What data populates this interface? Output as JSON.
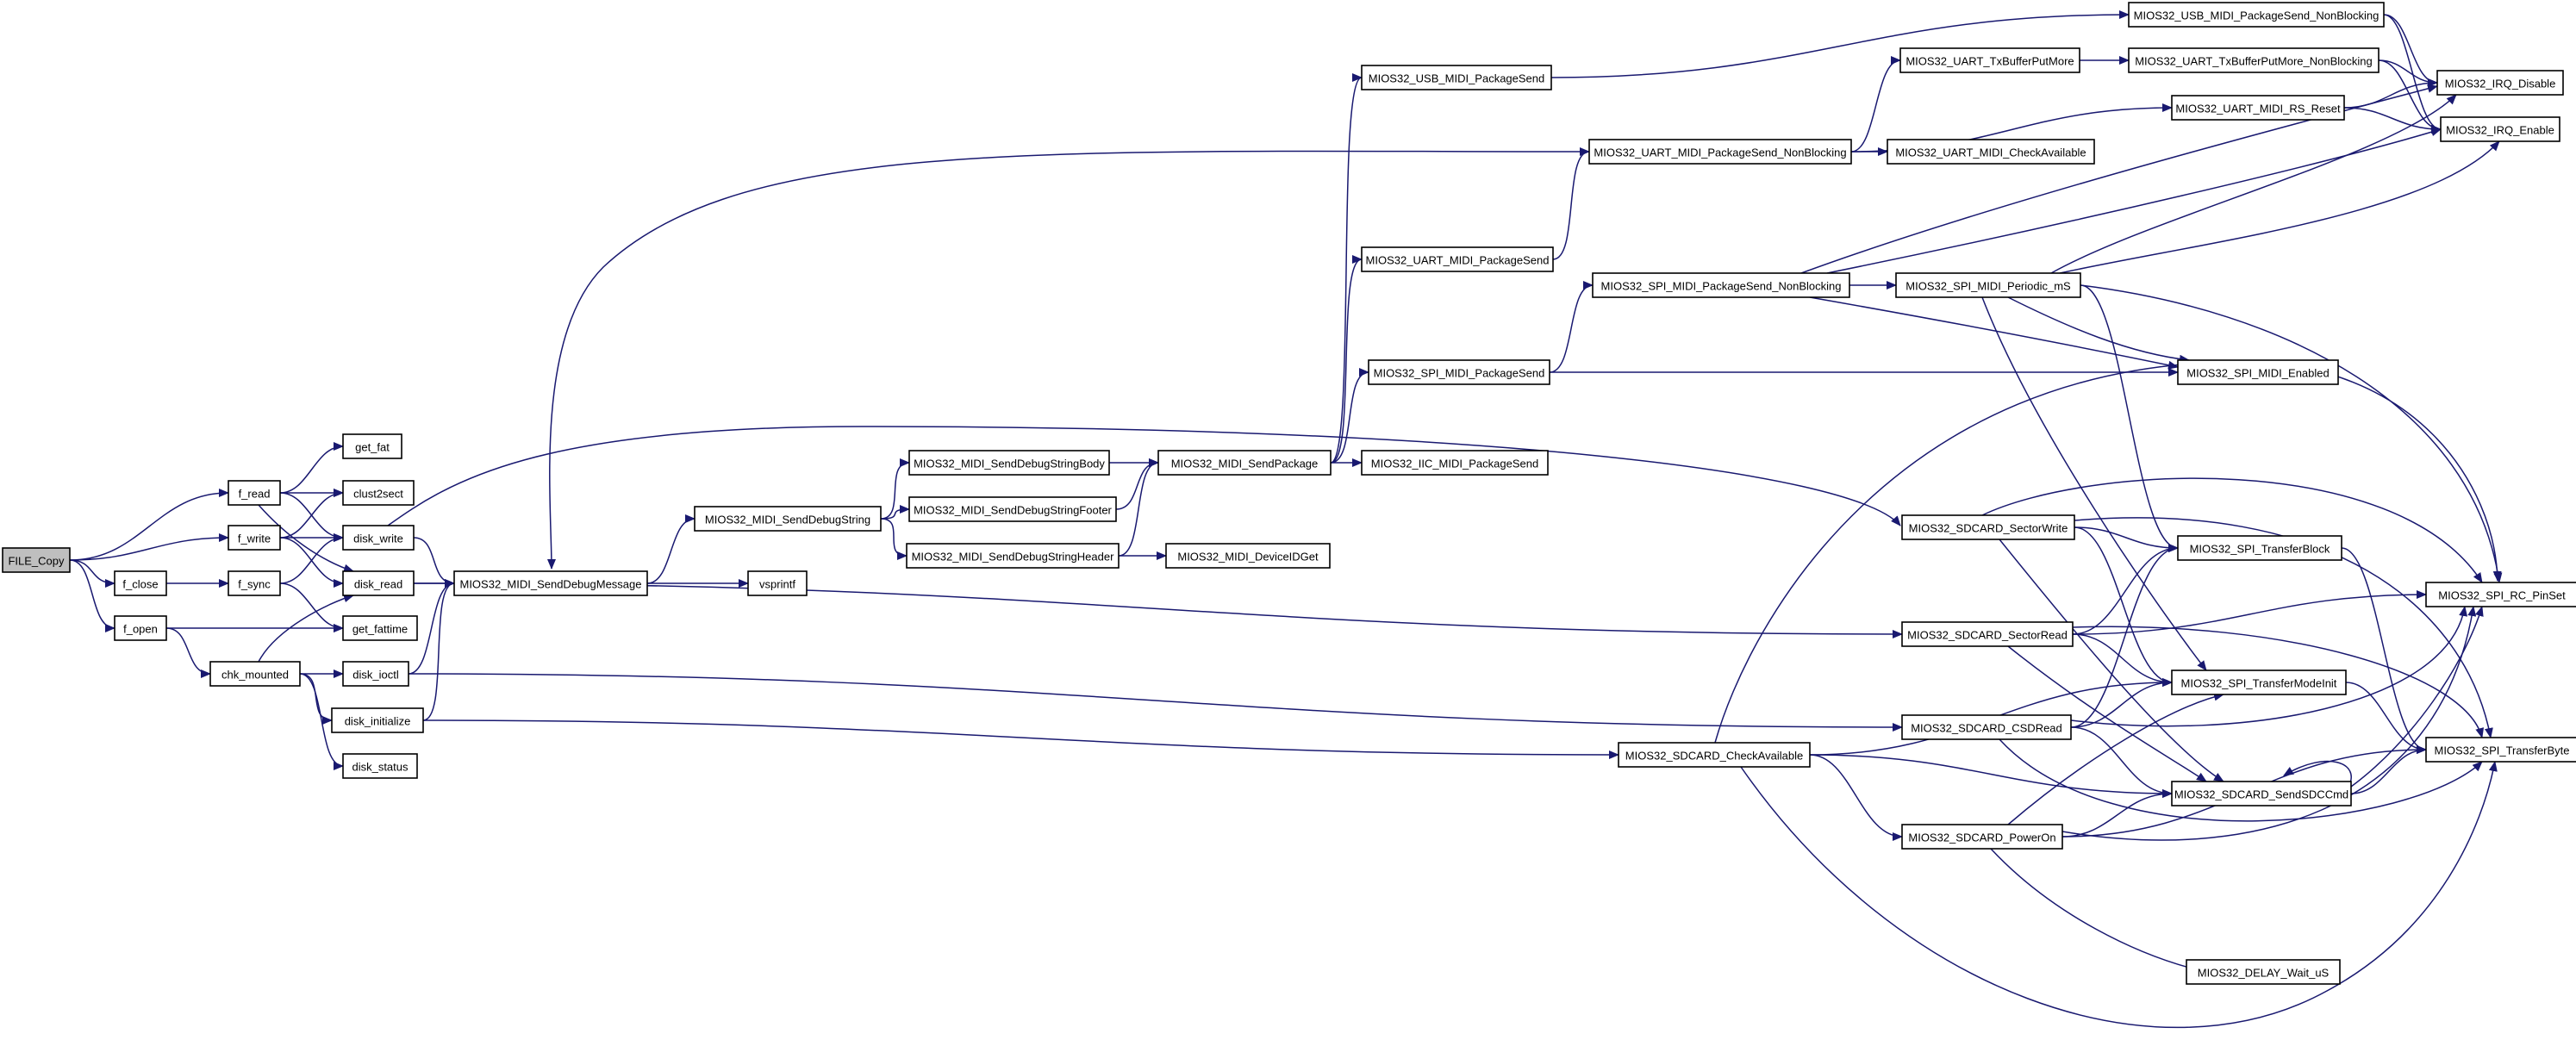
{
  "graph": {
    "type": "call-graph",
    "root": "FILE_Copy",
    "colors": {
      "edge": "#191970",
      "node_fill": "#ffffff",
      "root_fill": "#bfbfbf",
      "node_border": "#000000"
    },
    "nodes": [
      {
        "id": "FILE_Copy",
        "label": "FILE_Copy",
        "root": true
      },
      {
        "id": "f_read",
        "label": "f_read"
      },
      {
        "id": "f_write",
        "label": "f_write"
      },
      {
        "id": "f_close",
        "label": "f_close"
      },
      {
        "id": "f_open",
        "label": "f_open"
      },
      {
        "id": "get_fat",
        "label": "get_fat"
      },
      {
        "id": "clust2sect",
        "label": "clust2sect"
      },
      {
        "id": "disk_write",
        "label": "disk_write"
      },
      {
        "id": "disk_read",
        "label": "disk_read"
      },
      {
        "id": "f_sync",
        "label": "f_sync"
      },
      {
        "id": "get_fattime",
        "label": "get_fattime"
      },
      {
        "id": "chk_mounted",
        "label": "chk_mounted"
      },
      {
        "id": "disk_ioctl",
        "label": "disk_ioctl"
      },
      {
        "id": "disk_initialize",
        "label": "disk_initialize"
      },
      {
        "id": "disk_status",
        "label": "disk_status"
      },
      {
        "id": "SendDebugMessage",
        "label": "MIOS32_MIDI_SendDebugMessage"
      },
      {
        "id": "vsprintf",
        "label": "vsprintf"
      },
      {
        "id": "SendDebugString",
        "label": "MIOS32_MIDI_SendDebugString"
      },
      {
        "id": "SendDebugStringBody",
        "label": "MIOS32_MIDI_SendDebugStringBody"
      },
      {
        "id": "SendDebugStringFooter",
        "label": "MIOS32_MIDI_SendDebugStringFooter"
      },
      {
        "id": "SendDebugStringHeader",
        "label": "MIOS32_MIDI_SendDebugStringHeader"
      },
      {
        "id": "SendPackage",
        "label": "MIOS32_MIDI_SendPackage"
      },
      {
        "id": "DeviceIDGet",
        "label": "MIOS32_MIDI_DeviceIDGet"
      },
      {
        "id": "IIC_PackageSend",
        "label": "MIOS32_IIC_MIDI_PackageSend"
      },
      {
        "id": "USB_PackageSend",
        "label": "MIOS32_USB_MIDI_PackageSend"
      },
      {
        "id": "UART_PackageSend",
        "label": "MIOS32_UART_MIDI_PackageSend"
      },
      {
        "id": "SPI_PackageSend",
        "label": "MIOS32_SPI_MIDI_PackageSend"
      },
      {
        "id": "UART_PackageSend_NB",
        "label": "MIOS32_UART_MIDI_PackageSend_NonBlocking"
      },
      {
        "id": "SPI_PackageSend_NB",
        "label": "MIOS32_SPI_MIDI_PackageSend_NonBlocking"
      },
      {
        "id": "USB_PackageSend_NB",
        "label": "MIOS32_USB_MIDI_PackageSend_NonBlocking"
      },
      {
        "id": "TxBufferPutMore",
        "label": "MIOS32_UART_TxBufferPutMore"
      },
      {
        "id": "UART_CheckAvailable",
        "label": "MIOS32_UART_MIDI_CheckAvailable"
      },
      {
        "id": "TxBufferPutMore_NB",
        "label": "MIOS32_UART_TxBufferPutMore_NonBlocking"
      },
      {
        "id": "RS_Reset",
        "label": "MIOS32_UART_MIDI_RS_Reset"
      },
      {
        "id": "SPI_Periodic",
        "label": "MIOS32_SPI_MIDI_Periodic_mS"
      },
      {
        "id": "SPI_Enabled",
        "label": "MIOS32_SPI_MIDI_Enabled"
      },
      {
        "id": "IRQ_Disable",
        "label": "MIOS32_IRQ_Disable"
      },
      {
        "id": "IRQ_Enable",
        "label": "MIOS32_IRQ_Enable"
      },
      {
        "id": "SectorWrite",
        "label": "MIOS32_SDCARD_SectorWrite"
      },
      {
        "id": "SectorRead",
        "label": "MIOS32_SDCARD_SectorRead"
      },
      {
        "id": "CSDRead",
        "label": "MIOS32_SDCARD_CSDRead"
      },
      {
        "id": "CheckAvailable",
        "label": "MIOS32_SDCARD_CheckAvailable"
      },
      {
        "id": "PowerOn",
        "label": "MIOS32_SDCARD_PowerOn"
      },
      {
        "id": "TransferBlock",
        "label": "MIOS32_SPI_TransferBlock"
      },
      {
        "id": "TransferModeInit",
        "label": "MIOS32_SPI_TransferModeInit"
      },
      {
        "id": "SendSDCCmd",
        "label": "MIOS32_SDCARD_SendSDCCmd"
      },
      {
        "id": "RC_PinSet",
        "label": "MIOS32_SPI_RC_PinSet"
      },
      {
        "id": "TransferByte",
        "label": "MIOS32_SPI_TransferByte"
      },
      {
        "id": "DELAY_Wait_uS",
        "label": "MIOS32_DELAY_Wait_uS"
      }
    ],
    "edges": [
      [
        "FILE_Copy",
        "f_read"
      ],
      [
        "FILE_Copy",
        "f_write"
      ],
      [
        "FILE_Copy",
        "f_close"
      ],
      [
        "FILE_Copy",
        "f_open"
      ],
      [
        "f_read",
        "get_fat"
      ],
      [
        "f_read",
        "clust2sect"
      ],
      [
        "f_read",
        "disk_write"
      ],
      [
        "f_read",
        "disk_read"
      ],
      [
        "f_write",
        "clust2sect"
      ],
      [
        "f_write",
        "disk_write"
      ],
      [
        "f_write",
        "disk_read"
      ],
      [
        "f_close",
        "f_sync"
      ],
      [
        "f_sync",
        "disk_write"
      ],
      [
        "f_sync",
        "get_fattime"
      ],
      [
        "f_open",
        "get_fattime"
      ],
      [
        "f_open",
        "chk_mounted"
      ],
      [
        "chk_mounted",
        "disk_read"
      ],
      [
        "chk_mounted",
        "disk_ioctl"
      ],
      [
        "chk_mounted",
        "disk_initialize"
      ],
      [
        "chk_mounted",
        "disk_status"
      ],
      [
        "disk_write",
        "SendDebugMessage"
      ],
      [
        "disk_write",
        "SectorWrite"
      ],
      [
        "disk_read",
        "SendDebugMessage"
      ],
      [
        "disk_read",
        "SectorRead"
      ],
      [
        "disk_ioctl",
        "SendDebugMessage"
      ],
      [
        "disk_ioctl",
        "CSDRead"
      ],
      [
        "disk_initialize",
        "SendDebugMessage"
      ],
      [
        "disk_initialize",
        "CheckAvailable"
      ],
      [
        "SendDebugMessage",
        "vsprintf"
      ],
      [
        "SendDebugMessage",
        "SendDebugString"
      ],
      [
        "SendDebugString",
        "SendDebugStringBody"
      ],
      [
        "SendDebugString",
        "SendDebugStringFooter"
      ],
      [
        "SendDebugString",
        "SendDebugStringHeader"
      ],
      [
        "SendDebugStringBody",
        "SendPackage"
      ],
      [
        "SendDebugStringFooter",
        "SendPackage"
      ],
      [
        "SendDebugStringHeader",
        "SendPackage"
      ],
      [
        "SendDebugStringHeader",
        "DeviceIDGet"
      ],
      [
        "SendPackage",
        "USB_PackageSend"
      ],
      [
        "SendPackage",
        "UART_PackageSend"
      ],
      [
        "SendPackage",
        "SPI_PackageSend"
      ],
      [
        "SendPackage",
        "IIC_PackageSend"
      ],
      [
        "USB_PackageSend",
        "USB_PackageSend_NB"
      ],
      [
        "UART_PackageSend",
        "UART_PackageSend_NB"
      ],
      [
        "SPI_PackageSend",
        "SPI_PackageSend_NB"
      ],
      [
        "SPI_PackageSend",
        "SPI_Enabled"
      ],
      [
        "UART_PackageSend_NB",
        "SendDebugMessage"
      ],
      [
        "UART_PackageSend_NB",
        "TxBufferPutMore"
      ],
      [
        "UART_PackageSend_NB",
        "RS_Reset"
      ],
      [
        "UART_PackageSend_NB",
        "UART_CheckAvailable"
      ],
      [
        "TxBufferPutMore",
        "TxBufferPutMore_NB"
      ],
      [
        "TxBufferPutMore_NB",
        "IRQ_Disable"
      ],
      [
        "TxBufferPutMore_NB",
        "IRQ_Enable"
      ],
      [
        "RS_Reset",
        "IRQ_Disable"
      ],
      [
        "RS_Reset",
        "IRQ_Enable"
      ],
      [
        "USB_PackageSend_NB",
        "IRQ_Disable"
      ],
      [
        "USB_PackageSend_NB",
        "IRQ_Enable"
      ],
      [
        "SPI_PackageSend_NB",
        "IRQ_Disable"
      ],
      [
        "SPI_PackageSend_NB",
        "IRQ_Enable"
      ],
      [
        "SPI_PackageSend_NB",
        "SPI_Periodic"
      ],
      [
        "SPI_PackageSend_NB",
        "SPI_Enabled"
      ],
      [
        "SPI_Periodic",
        "IRQ_Disable"
      ],
      [
        "SPI_Periodic",
        "IRQ_Enable"
      ],
      [
        "SPI_Periodic",
        "SPI_Enabled"
      ],
      [
        "SPI_Periodic",
        "TransferBlock"
      ],
      [
        "SPI_Periodic",
        "RC_PinSet"
      ],
      [
        "SPI_Periodic",
        "TransferModeInit"
      ],
      [
        "SectorWrite",
        "TransferBlock"
      ],
      [
        "SectorWrite",
        "RC_PinSet"
      ],
      [
        "SectorWrite",
        "TransferModeInit"
      ],
      [
        "SectorWrite",
        "SendSDCCmd"
      ],
      [
        "SectorWrite",
        "TransferByte"
      ],
      [
        "SectorRead",
        "TransferBlock"
      ],
      [
        "SectorRead",
        "RC_PinSet"
      ],
      [
        "SectorRead",
        "TransferModeInit"
      ],
      [
        "SectorRead",
        "SendSDCCmd"
      ],
      [
        "SectorRead",
        "TransferByte"
      ],
      [
        "CSDRead",
        "TransferBlock"
      ],
      [
        "CSDRead",
        "TransferModeInit"
      ],
      [
        "CSDRead",
        "SendSDCCmd"
      ],
      [
        "CSDRead",
        "RC_PinSet"
      ],
      [
        "CSDRead",
        "TransferByte"
      ],
      [
        "CheckAvailable",
        "RC_PinSet"
      ],
      [
        "CheckAvailable",
        "TransferModeInit"
      ],
      [
        "CheckAvailable",
        "SendSDCCmd"
      ],
      [
        "CheckAvailable",
        "PowerOn"
      ],
      [
        "CheckAvailable",
        "TransferByte"
      ],
      [
        "PowerOn",
        "TransferModeInit"
      ],
      [
        "PowerOn",
        "SendSDCCmd"
      ],
      [
        "PowerOn",
        "RC_PinSet"
      ],
      [
        "PowerOn",
        "TransferByte"
      ],
      [
        "PowerOn",
        "DELAY_Wait_uS"
      ],
      [
        "SendSDCCmd",
        "SendSDCCmd"
      ],
      [
        "SendSDCCmd",
        "RC_PinSet"
      ],
      [
        "SendSDCCmd",
        "TransferByte"
      ],
      [
        "TransferBlock",
        "TransferByte"
      ],
      [
        "TransferModeInit",
        "TransferByte"
      ]
    ]
  }
}
